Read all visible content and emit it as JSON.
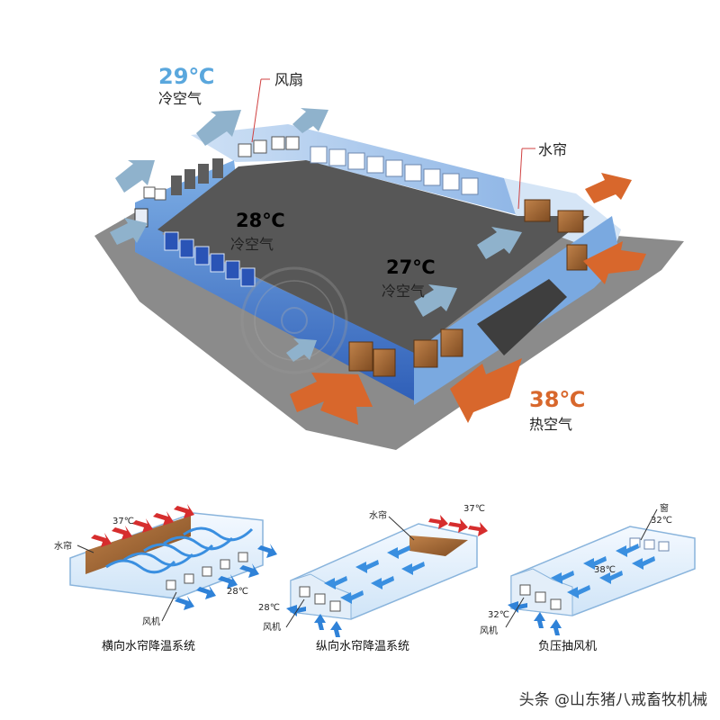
{
  "main": {
    "temp_top": "29℃",
    "label_top": "冷空气",
    "fan_label": "风扇",
    "curtain_label": "水帘",
    "temp_mid1": "28℃",
    "label_mid1": "冷空气",
    "temp_mid2": "27℃",
    "label_mid2": "冷空气",
    "temp_hot": "38℃",
    "label_hot": "热空气"
  },
  "sub1": {
    "curtain": "水帘",
    "temp_in": "37℃",
    "temp_out": "28℃",
    "fan": "风机",
    "caption": "横向水帘降温系统"
  },
  "sub2": {
    "curtain": "水帘",
    "temp_in": "37℃",
    "temp_out": "28℃",
    "fan": "风机",
    "caption": "纵向水帘降温系统"
  },
  "sub3": {
    "window": "窗",
    "temp_window": "32℃",
    "temp_in": "38℃",
    "temp_out": "32℃",
    "fan": "风机",
    "caption": "负压抽风机"
  },
  "watermark": "头条 @山东猪八戒畜牧机械",
  "colors": {
    "cold": "#6aaee0",
    "hot": "#d8672c",
    "wall": "#3f6fc9",
    "floor": "#5a5a5a",
    "ground": "#8a8a8a",
    "curtain_pad": "#a0622e"
  }
}
